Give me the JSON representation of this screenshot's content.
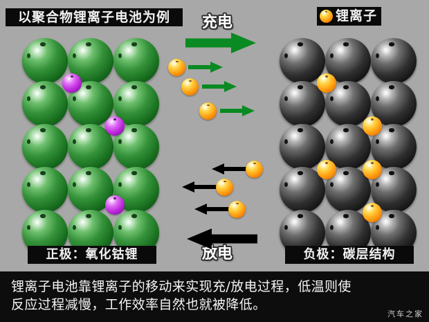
{
  "meta": {
    "background_color": "#a8a8a8",
    "caption_background": "#0d0d0d"
  },
  "diagram": {
    "title_plate": "以聚合物锂离子电池为例",
    "legend": {
      "icon": "lithium-ion-sphere-icon",
      "label": "锂离子",
      "color": "#ffa516"
    },
    "charge_label": "充电",
    "discharge_label": "放电",
    "cathode_plate": "正极：氧化钴锂",
    "anode_plate": "负极：碳层结构",
    "colors": {
      "charge_arrow": "#0a8a22",
      "discharge_arrow": "#000000",
      "cathode_sphere": "#2e8b35",
      "anode_sphere": "#1a1a1a",
      "cathode_ion": "#c22fe0",
      "lithium_ion": "#ffa516"
    },
    "cathode_lattice": {
      "name": "正极 氧化钴锂 晶格",
      "rows": 5,
      "columns": 3,
      "sphere_color": "#2e8b35",
      "embedded_ions": 3
    },
    "anode_lattice": {
      "name": "负极 碳层结构 晶格",
      "rows": 5,
      "columns": 3,
      "sphere_color": "#1a1a1a",
      "embedded_ions": 5
    },
    "charge_migration": {
      "direction": "right",
      "ion_count": 3,
      "arrow_count": 4
    },
    "discharge_migration": {
      "direction": "left",
      "ion_count": 3,
      "arrow_count": 4
    }
  },
  "caption": {
    "line1": "锂离子电池靠锂离子的移动来实现充/放电过程，低温则使",
    "line2": "反应过程减慢，工作效率自然也就被降低。",
    "watermark": "汽车之家"
  }
}
